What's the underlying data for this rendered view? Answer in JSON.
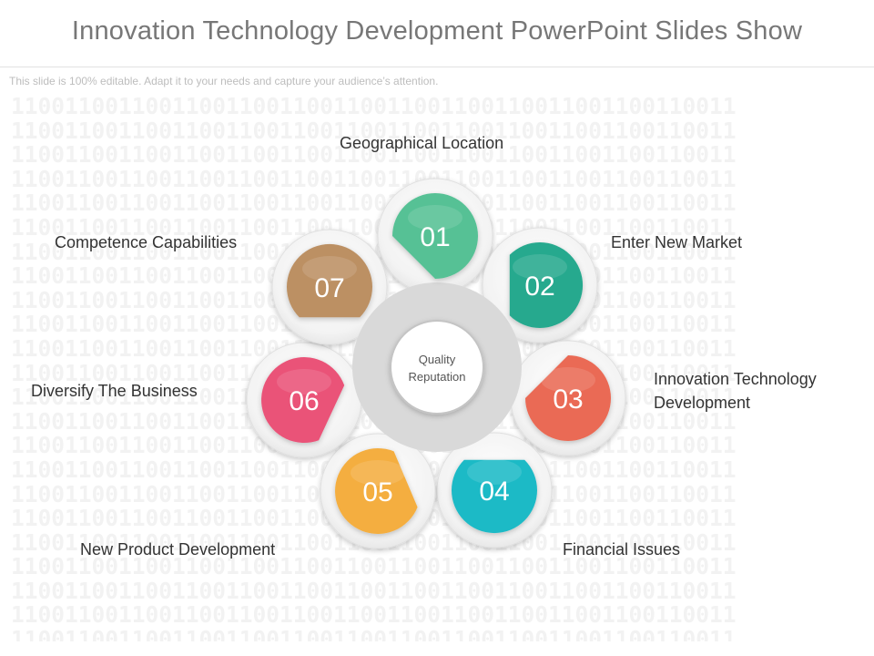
{
  "slide": {
    "title": "Innovation Technology Development PowerPoint Slides Show",
    "subtitle": "This slide is 100% editable. Adapt it to your needs and capture your audience’s attention.",
    "background_pattern_line": "110011001100110011001100110011001100110011001100110011"
  },
  "diagram": {
    "center_label_line1": "Quality",
    "center_label_line2": "Reputation",
    "hub_color": "#d9d9d9",
    "petals": [
      {
        "number": "01",
        "label": "Geographical Location",
        "color": "#56c195"
      },
      {
        "number": "02",
        "label": "Enter New Market",
        "color": "#27a98e"
      },
      {
        "number": "03",
        "label_line1": "Innovation Technology",
        "label_line2": "Development",
        "color": "#ea6b54"
      },
      {
        "number": "04",
        "label": "Financial Issues",
        "color": "#1fbac6"
      },
      {
        "number": "05",
        "label": "New Product Development",
        "color": "#f4ae3f"
      },
      {
        "number": "06",
        "label": "Diversify The Business",
        "color": "#ea5278"
      },
      {
        "number": "07",
        "label": "Competence Capabilities",
        "color": "#bc9064"
      }
    ]
  }
}
